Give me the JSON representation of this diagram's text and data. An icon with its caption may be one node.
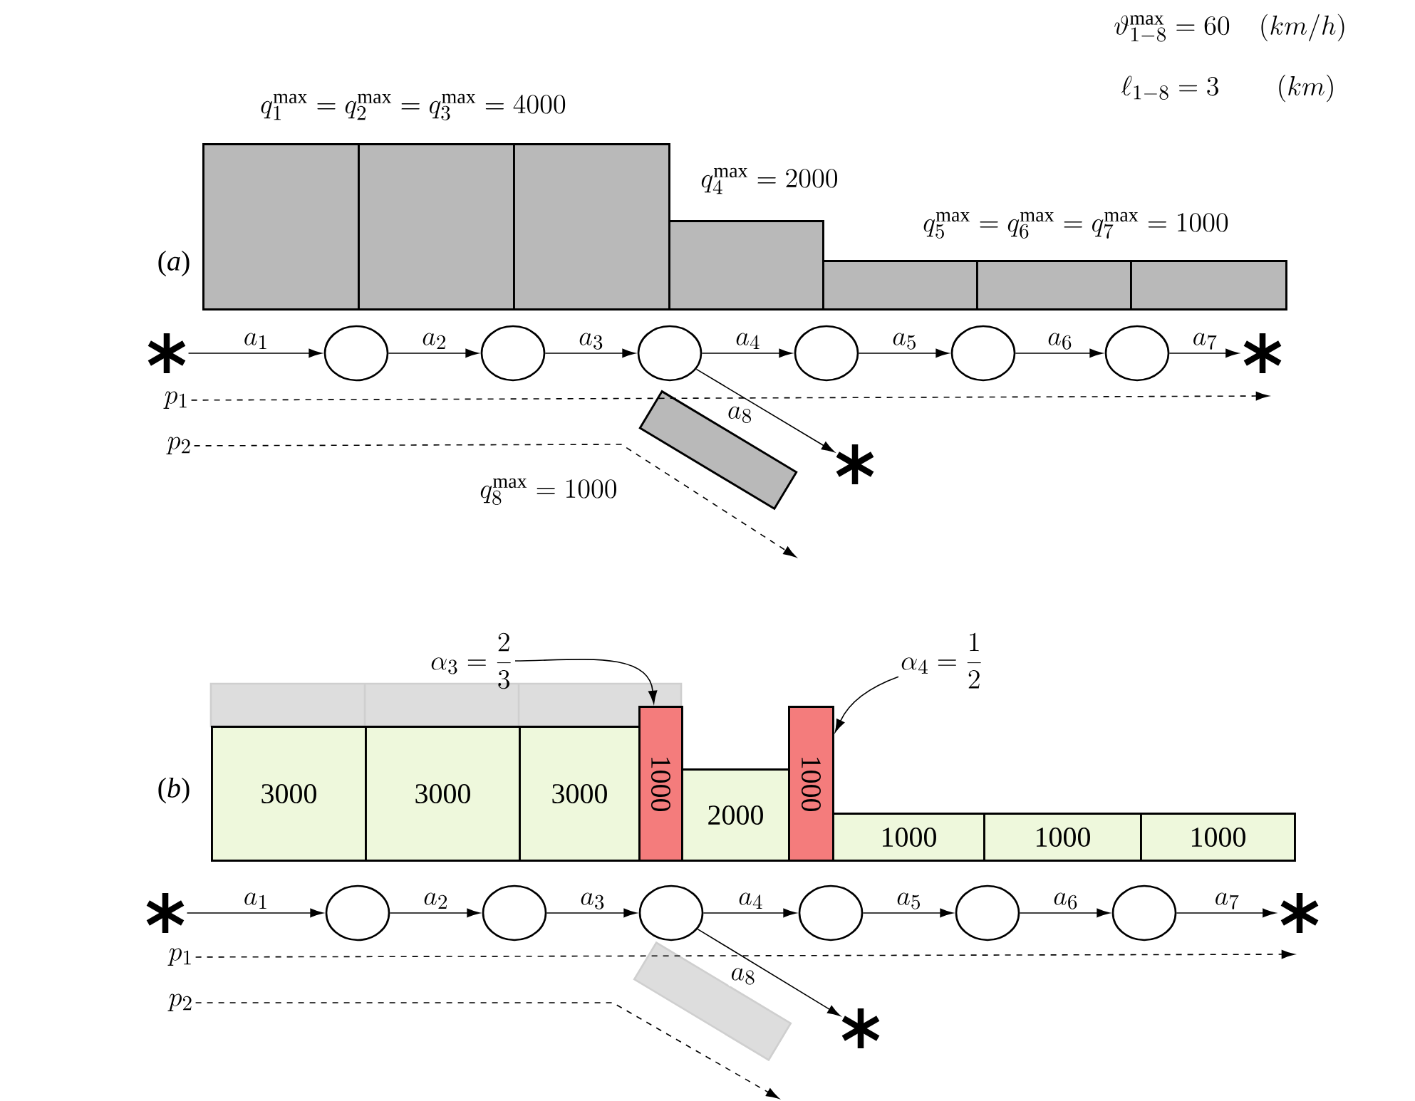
{
  "diagram": {
    "nodes": [
      {
        "text": [],
        "shape": "bar"
      },
      {
        "text": [],
        "shape": "bar"
      },
      {
        "text": [],
        "shape": "bar"
      },
      {
        "text": [],
        "shape": "bar"
      },
      {
        "text": [],
        "shape": "bar"
      },
      {
        "text": [],
        "shape": "bar"
      },
      {
        "text": [],
        "shape": "bar"
      },
      {
        "text": [],
        "shape": "bar"
      },
      {
        "text": [],
        "shape": "asterisk"
      },
      {
        "text": [],
        "shape": "circle"
      },
      {
        "text": [],
        "shape": "circle"
      },
      {
        "text": [],
        "shape": "circle"
      },
      {
        "text": [],
        "shape": "circle"
      },
      {
        "text": [],
        "shape": "circle"
      },
      {
        "text": [],
        "shape": "circle"
      },
      {
        "text": [],
        "shape": "asterisk"
      },
      {
        "text": [],
        "shape": "asterisk"
      },
      {
        "text": [
          "p_1"
        ]
      },
      {
        "text": [
          "p_2"
        ]
      },
      {
        "text": [
          "3000"
        ]
      },
      {
        "text": [
          "3000"
        ]
      },
      {
        "text": [
          "3000"
        ]
      },
      {
        "text": [
          "1000"
        ]
      },
      {
        "text": [
          "2000"
        ]
      },
      {
        "text": [
          "1000"
        ]
      },
      {
        "text": [
          "1000"
        ]
      },
      {
        "text": [
          "1000"
        ]
      },
      {
        "text": [
          "1000"
        ]
      },
      {
        "text": [
          "\\alpha_3=\\frac{2}{3}"
        ]
      },
      {
        "text": [
          "\\alpha_4=\\frac{1}{2}"
        ]
      },
      {
        "text": [],
        "shape": "asterisk"
      },
      {
        "text": [],
        "shape": "circle"
      },
      {
        "text": [],
        "shape": "circle"
      },
      {
        "text": [],
        "shape": "circle"
      },
      {
        "text": [],
        "shape": "circle"
      },
      {
        "text": [],
        "shape": "circle"
      },
      {
        "text": [],
        "shape": "circle"
      },
      {
        "text": [],
        "shape": "asterisk"
      },
      {
        "text": [],
        "shape": "asterisk"
      },
      {
        "text": [
          "p_1"
        ]
      },
      {
        "text": [
          "p_2"
        ]
      }
    ],
    "edges": [
      {
        "from": 8,
        "to": 9,
        "arrow": "to",
        "label": "a_1"
      },
      {
        "from": 9,
        "to": 10,
        "arrow": "to",
        "label": "a_2"
      },
      {
        "from": 10,
        "to": 11,
        "arrow": "to",
        "label": "a_3"
      },
      {
        "from": 11,
        "to": 12,
        "arrow": "to",
        "label": "a_4"
      },
      {
        "from": 12,
        "to": 13,
        "arrow": "to",
        "label": "a_5"
      },
      {
        "from": 13,
        "to": 14,
        "arrow": "to",
        "label": "a_6"
      },
      {
        "from": 14,
        "to": 15,
        "arrow": "to",
        "label": "a_7"
      },
      {
        "from": 11,
        "to": 16,
        "arrow": "to",
        "label": "a_8"
      },
      {
        "from": 17,
        "to": null,
        "arrow": "to",
        "style": "dashed"
      },
      {
        "from": 18,
        "to": null,
        "arrow": "to",
        "style": "dashed"
      },
      {
        "from": 30,
        "to": 31,
        "arrow": "to",
        "label": "a_1"
      },
      {
        "from": 31,
        "to": 32,
        "arrow": "to",
        "label": "a_2"
      },
      {
        "from": 32,
        "to": 33,
        "arrow": "to",
        "label": "a_3"
      },
      {
        "from": 33,
        "to": 34,
        "arrow": "to",
        "label": "a_4"
      },
      {
        "from": 34,
        "to": 35,
        "arrow": "to",
        "label": "a_5"
      },
      {
        "from": 35,
        "to": 36,
        "arrow": "to",
        "label": "a_6"
      },
      {
        "from": 36,
        "to": 37,
        "arrow": "to",
        "label": "a_7"
      },
      {
        "from": 33,
        "to": 38,
        "arrow": "to",
        "label": "a_8"
      },
      {
        "from": 39,
        "to": null,
        "arrow": "to",
        "style": "dashed"
      },
      {
        "from": 40,
        "to": null,
        "arrow": "to",
        "style": "dashed"
      },
      {
        "from": 28,
        "to": 22,
        "arrow": "to"
      },
      {
        "from": 29,
        "to": 24,
        "arrow": "to"
      }
    ],
    "labels": [
      "\\vartheta_{1-8}^{\\max}=60\\quad(km/h)",
      "\\ell_{1-8}=3\\qquad(km)",
      "q_1^{\\max}=q_2^{\\max}=q_3^{\\max}=4000",
      "q_4^{\\max}=2000",
      "q_5^{\\max}=q_6^{\\max}=q_7^{\\max}=1000",
      "(*a*)",
      "q_8^{\\max}=1000",
      "(*b*)"
    ]
  }
}
